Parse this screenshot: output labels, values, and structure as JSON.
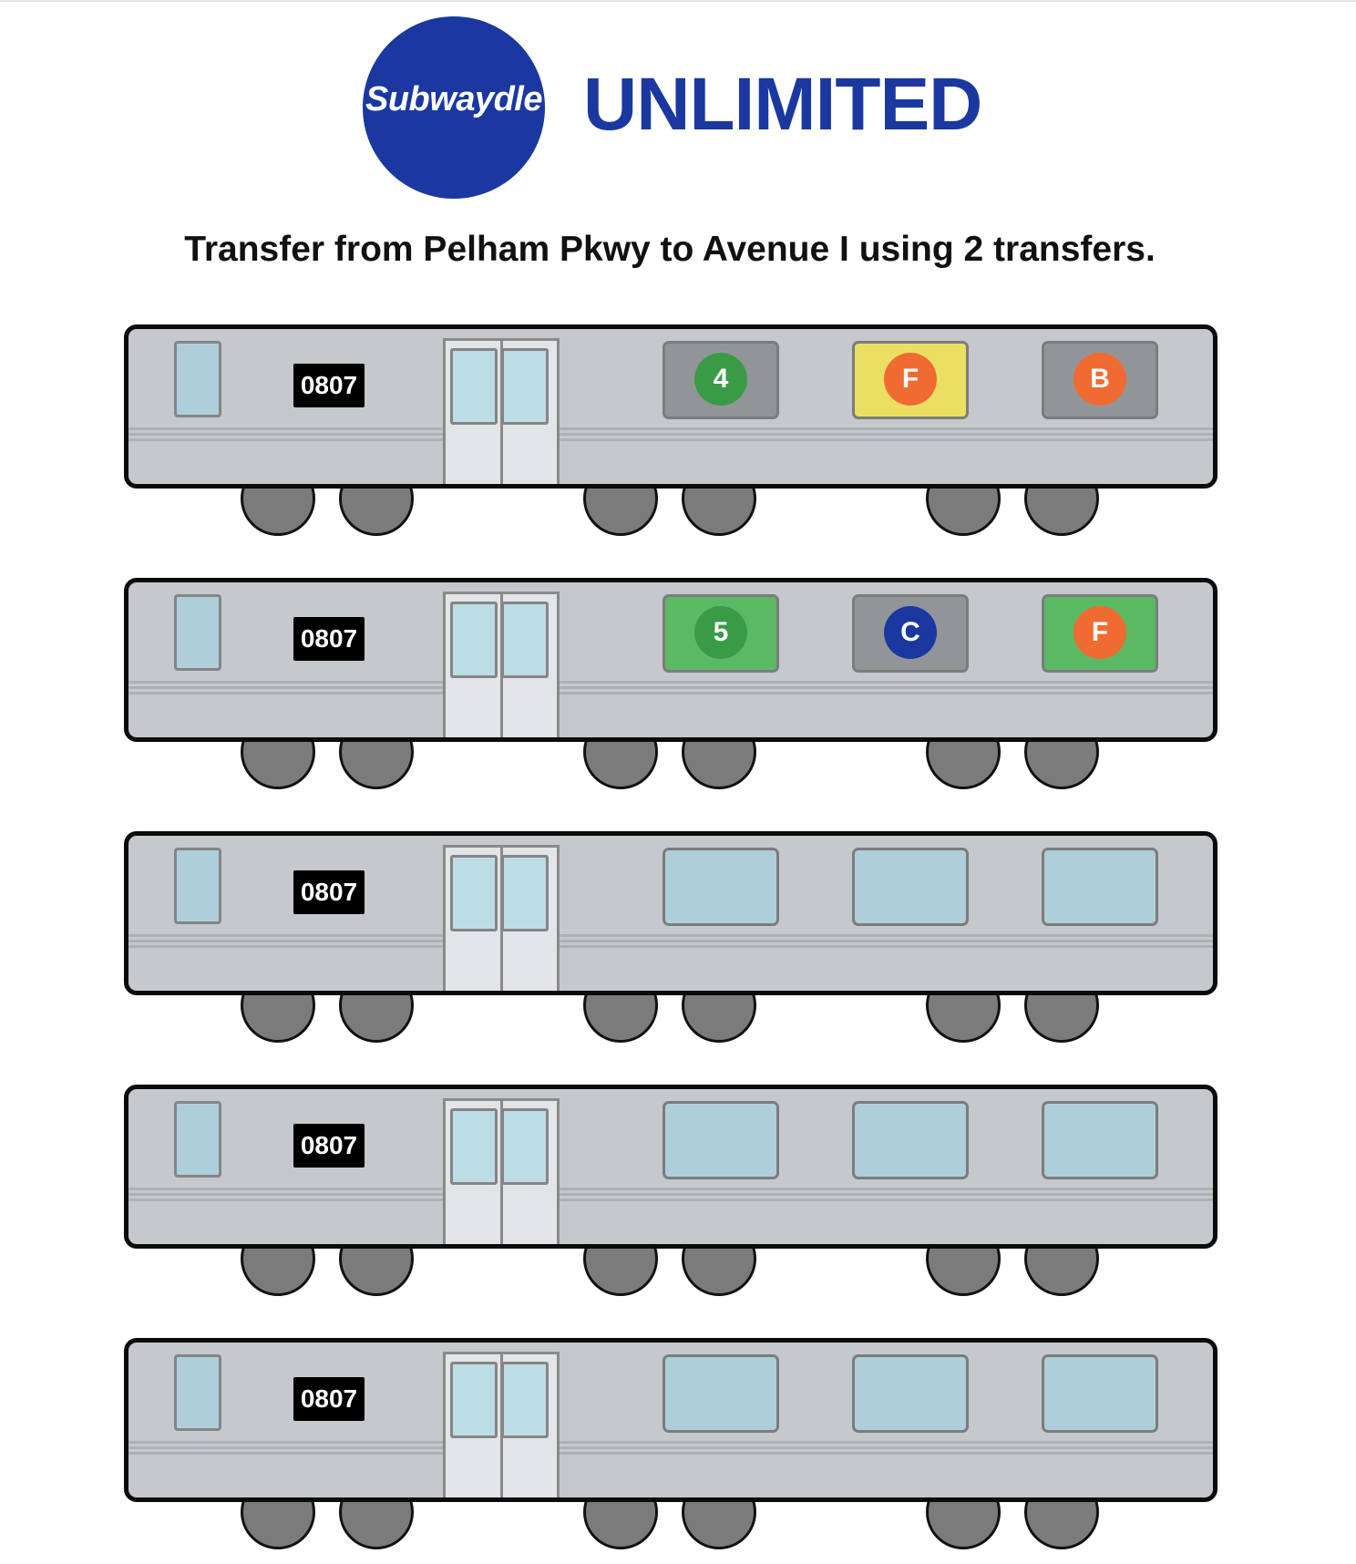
{
  "brand": {
    "logo_text": "Subwaydle",
    "title": "UNLIMITED",
    "color": "#1a38a0"
  },
  "instructions": "Transfer from Pelham Pkwy to Avenue I using 2 transfers.",
  "car_number": "0807",
  "rows": [
    {
      "guesses": [
        {
          "line": "4",
          "bullet_color": "#3a9b47",
          "status": "absent",
          "tile_color": "#929598"
        },
        {
          "line": "F",
          "bullet_color": "#f06b32",
          "status": "present",
          "tile_color": "#ebdf63"
        },
        {
          "line": "B",
          "bullet_color": "#f06b32",
          "status": "absent",
          "tile_color": "#929598"
        }
      ]
    },
    {
      "guesses": [
        {
          "line": "5",
          "bullet_color": "#3a9b47",
          "status": "correct",
          "tile_color": "#5bb963"
        },
        {
          "line": "C",
          "bullet_color": "#1a38a0",
          "status": "absent",
          "tile_color": "#929598"
        },
        {
          "line": "F",
          "bullet_color": "#f06b32",
          "status": "correct",
          "tile_color": "#5bb963"
        }
      ]
    },
    {
      "guesses": []
    },
    {
      "guesses": []
    },
    {
      "guesses": []
    }
  ]
}
